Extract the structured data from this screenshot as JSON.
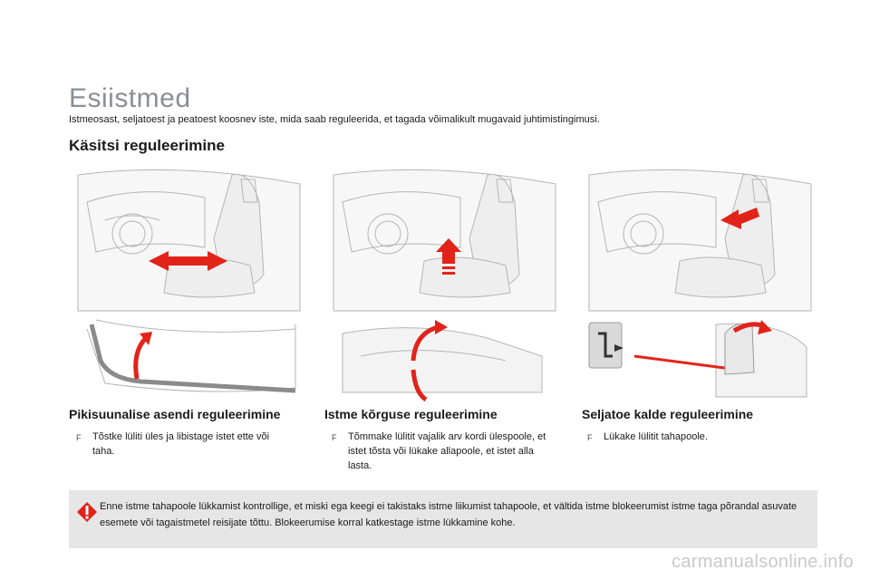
{
  "page": {
    "title": "Esiistmed",
    "intro": "Istmeosast, seljatoest ja peatoest koosnev iste, mida saab reguleerida, et tagada võimalikult mugavaid juhtimistingimusi.",
    "section_heading": "Käsitsi reguleerimine"
  },
  "columns": [
    {
      "heading": "Pikisuunalise asendi reguleerimine",
      "bullet": "Tõstke lüliti üles ja libistage istet ette või taha."
    },
    {
      "heading": "Istme kõrguse reguleerimine",
      "bullet": "Tõmmake lülitit vajalik arv kordi ülespoole, et istet tõsta või lükake allapoole, et istet alla lasta."
    },
    {
      "heading": "Seljatoe kalde reguleerimine",
      "bullet": "Lükake lülitit tahapoole."
    }
  ],
  "bullet_marker": "F",
  "warning": {
    "icon": "warning-exclamation-icon",
    "text": "Enne istme tahapoole lükkamist kontrollige, et miski ega keegi ei takistaks istme liikumist tahapoole, et vältida istme blokeerumist istme taga põrandal asuvate esemete või tagaistmetel reisijate tõttu. Blokeerumise korral katkestage istme lükkamine kohe."
  },
  "watermark": "carmanualsonline.info",
  "colors": {
    "accent_red": "#e2231a",
    "title_gray": "#8a8f96",
    "warning_bg": "#e6e6e6"
  }
}
